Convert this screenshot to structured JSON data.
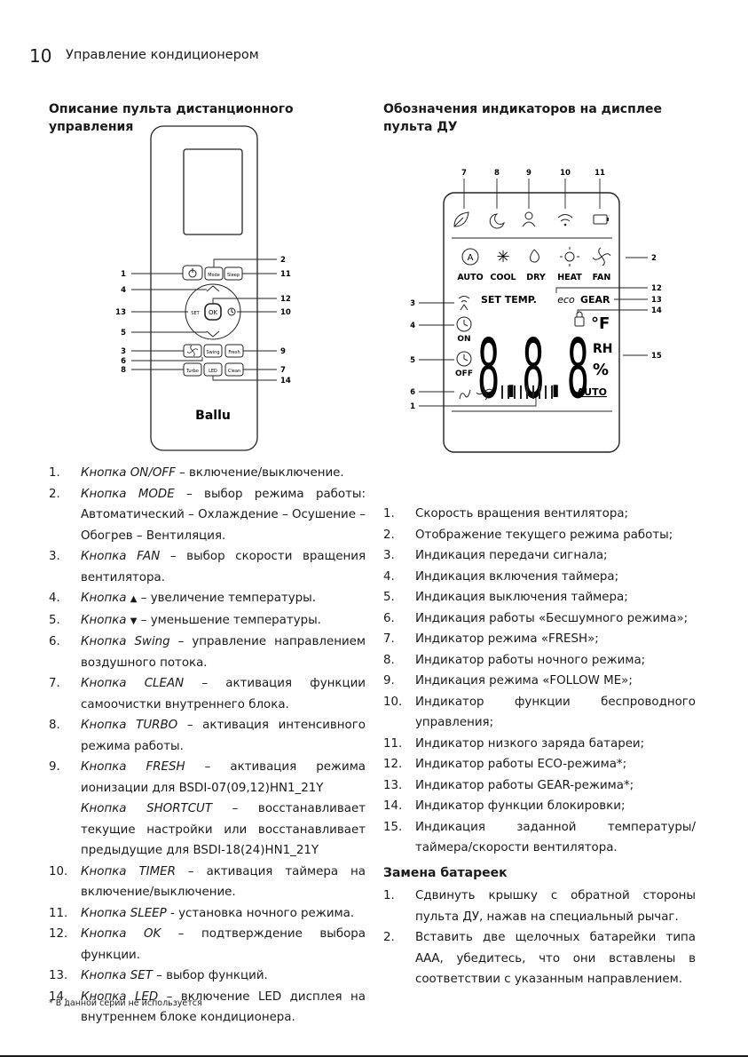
{
  "header": {
    "page_number": "10",
    "title": "Управление кондиционером"
  },
  "left": {
    "title": "Описание пульта дистанционного управления",
    "remote": {
      "buttons": {
        "mode": "Mode",
        "sleep": "Sleep",
        "set": "SET",
        "ok": "OK",
        "swing": "Swing",
        "fresh": "Fresh",
        "turbo": "Turbo",
        "led": "LED",
        "clean": "Clean"
      },
      "brand": "Ballu",
      "callouts": [
        "1",
        "2",
        "4",
        "11",
        "12",
        "13",
        "10",
        "5",
        "3",
        "9",
        "6",
        "8",
        "7",
        "14"
      ]
    },
    "items": [
      {
        "n": "1.",
        "b": "Кнопка ON/OFF",
        "t": " – включение/выключение."
      },
      {
        "n": "2.",
        "b": "Кнопка MODE",
        "t": " – выбор режима работы: Автоматический – Охлаждение – Осушение – Обогрев – Вентиляция."
      },
      {
        "n": "3.",
        "b": "Кнопка FAN",
        "t": " – выбор скорости вращения вентилятора."
      },
      {
        "n": "4.",
        "b": "Кнопка",
        "sym": "▲",
        "t": " – увеличение температуры."
      },
      {
        "n": "5.",
        "b": "Кнопка",
        "sym": "▼",
        "t": " – уменьшение температуры."
      },
      {
        "n": "6.",
        "b": "Кнопка Swing",
        "t": " – управление направлением воздушного потока."
      },
      {
        "n": "7.",
        "b": "Кнопка CLEAN",
        "t": " – активация функции самоочистки внутреннего блока."
      },
      {
        "n": "8.",
        "b": "Кнопка TURBO",
        "t": " – активация интенсивного режима работы."
      },
      {
        "n": "9.",
        "b": "Кнопка FRESH",
        "t": " – активация режима ионизации для BSDI-07(09,12)HN1_21Y",
        "b2": "Кнопка SHORTCUT",
        "t2": " – восстанавливает текущие настройки или восстанавливает предыдущие для BSDI-18(24)HN1_21Y"
      },
      {
        "n": "10.",
        "b": "Кнопка TIMER",
        "t": " – активация таймера на включение/выключение."
      },
      {
        "n": "11.",
        "b": "Кнопка SLEEP",
        "t": " - установка ночного режима."
      },
      {
        "n": "12.",
        "b": "Кнопка OK",
        "t": " – подтверждение выбора функции."
      },
      {
        "n": "13.",
        "b": "Кнопка SET",
        "t": " – выбор функций."
      },
      {
        "n": "14.",
        "b": "Кнопка LED",
        "t": " – включение LED дисплея на внутреннем блоке кондиционера."
      }
    ],
    "footnote": "* В данной серии не используется"
  },
  "right": {
    "title": "Обозначения индикаторов на дисплее пульта ДУ",
    "display": {
      "modes": [
        "AUTO",
        "COOL",
        "DRY",
        "HEAT",
        "FAN"
      ],
      "set_temp": "SET TEMP.",
      "eco": "eco",
      "gear": "GEAR",
      "on": "ON",
      "off": "OFF",
      "digits": "8.8.8",
      "fahrenheit": "°F",
      "rh": "RH",
      "percent": "%",
      "auto_small": "AUTO",
      "callouts": [
        "7",
        "8",
        "9",
        "10",
        "11",
        "2",
        "12",
        "13",
        "14",
        "3",
        "4",
        "5",
        "15",
        "6",
        "1"
      ]
    },
    "items": [
      {
        "n": "1.",
        "t": "Скорость вращения вентилятора;"
      },
      {
        "n": "2.",
        "t": "Отображение текущего режима работы;"
      },
      {
        "n": "3.",
        "t": "Индикация передачи сигнала;"
      },
      {
        "n": "4.",
        "t": "Индикация включения таймера;"
      },
      {
        "n": "5.",
        "t": "Индикация выключения таймера;"
      },
      {
        "n": "6.",
        "t": "Индикация работы «Бесшумного режима»;"
      },
      {
        "n": "7.",
        "t": "Индикатор режима «FRESH»;"
      },
      {
        "n": "8.",
        "t": "Индикатор работы ночного режима;"
      },
      {
        "n": "9.",
        "t": "Индикация режима «FOLLOW ME»;"
      },
      {
        "n": "10.",
        "t": "Индикатор функции беспроводного управления;"
      },
      {
        "n": "11.",
        "t": "Индикатор низкого заряда батареи;"
      },
      {
        "n": "12.",
        "t": "Индикатор работы ECO-режима*;"
      },
      {
        "n": "13.",
        "t": "Индикатор работы GEAR-режима*;"
      },
      {
        "n": "14.",
        "t": "Индикатор функции блокировки;"
      },
      {
        "n": "15.",
        "t": "Индикация заданной температуры/таймера/скорости вентилятора."
      }
    ],
    "battery_title": "Замена батареек",
    "battery_items": [
      {
        "n": "1.",
        "t": "Сдвинуть крышку с обратной стороны пульта ДУ, нажав на специальный рычаг."
      },
      {
        "n": "2.",
        "t": "Вставить две щелочных батарейки типа ААА, убедитесь, что они вставлены в соответствии с указанным направлением."
      }
    ]
  }
}
